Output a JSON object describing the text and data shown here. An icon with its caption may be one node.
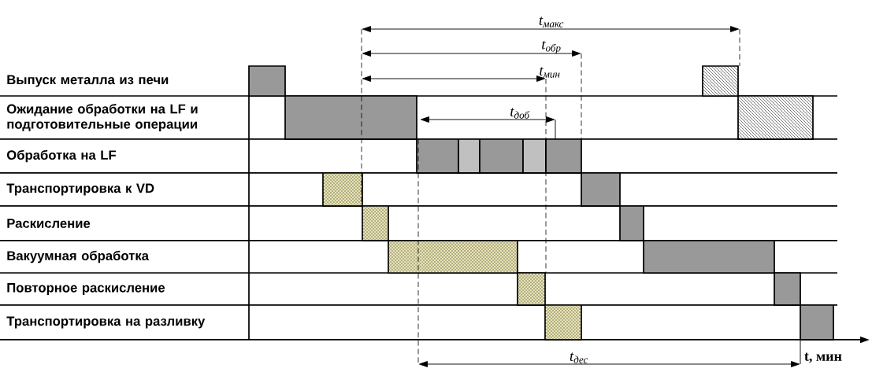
{
  "diagram": {
    "nodes": [
      {
        "text": [],
        "shape": "bar"
      },
      {
        "text": [],
        "shape": "bar"
      },
      {
        "text": [],
        "shape": "bar"
      },
      {
        "text": [],
        "shape": "bar"
      },
      {
        "text": [],
        "shape": "bar"
      },
      {
        "text": [],
        "shape": "bar"
      },
      {
        "text": [],
        "shape": "bar"
      },
      {
        "text": [],
        "shape": "bar"
      },
      {
        "text": [],
        "shape": "bar"
      },
      {
        "text": [],
        "shape": "bar"
      },
      {
        "text": [],
        "shape": "bar"
      },
      {
        "text": [],
        "shape": "bar"
      },
      {
        "text": [],
        "shape": "bar"
      },
      {
        "text": [],
        "shape": "bar"
      },
      {
        "text": [],
        "shape": "bar"
      },
      {
        "text": [],
        "shape": "bar"
      },
      {
        "text": [],
        "shape": "bar"
      },
      {
        "text": [],
        "shape": "bar"
      },
      {
        "text": [],
        "shape": "bar"
      }
    ],
    "labels": [
      "Выпуск металла из печи",
      "Ожидание обработки на LF и подготовительные операции",
      "Обработка на LF",
      "Транспортировка к VD",
      "Раскисление",
      "Вакуумная обработка",
      "Повторное раскисление",
      "Транспортировка на разливку",
      "t$_{макс}$",
      "t$_{обр}$",
      "t$_{мин}$",
      "t$_{доб}$",
      "t$_{дес}$",
      "t, мин"
    ]
  }
}
